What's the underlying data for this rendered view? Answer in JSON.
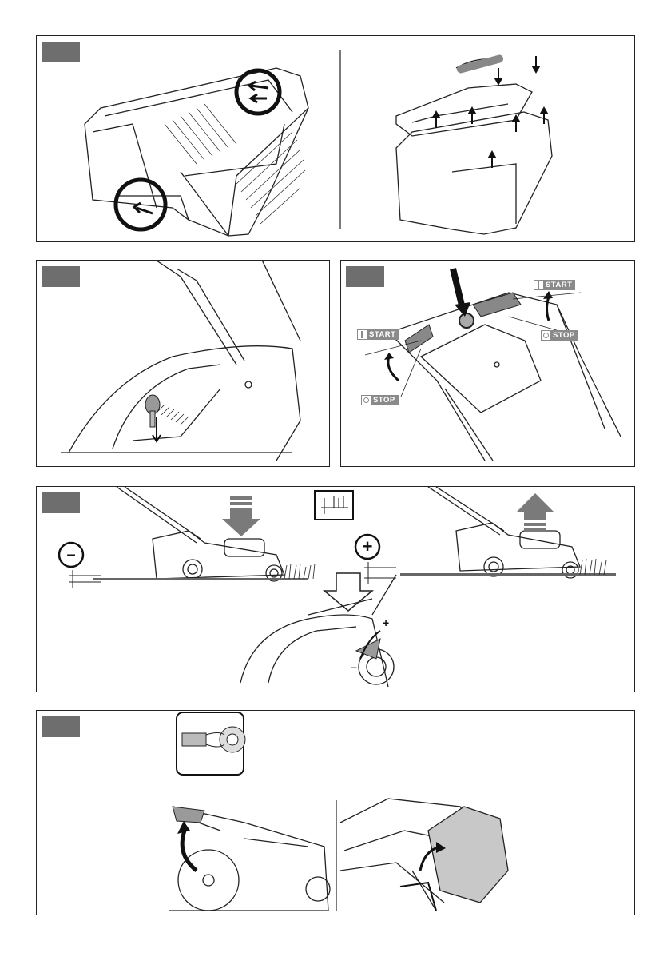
{
  "labels": {
    "start": "START",
    "stop": "STOP"
  },
  "height_signs": {
    "minus": "–",
    "plus": "+",
    "small_plus": "+",
    "small_minus": "–"
  },
  "colors": {
    "line": "#222222",
    "badge": "#6e6e6e",
    "label_bg": "#8a8a8a",
    "arrow_gray": "#7a7a7a",
    "lever_gray": "#9a9a9a"
  },
  "icons": [
    "circle-highlight-icon",
    "arrow-icon",
    "start-stop-label",
    "height-adjust-icon",
    "grass-box-icon"
  ]
}
